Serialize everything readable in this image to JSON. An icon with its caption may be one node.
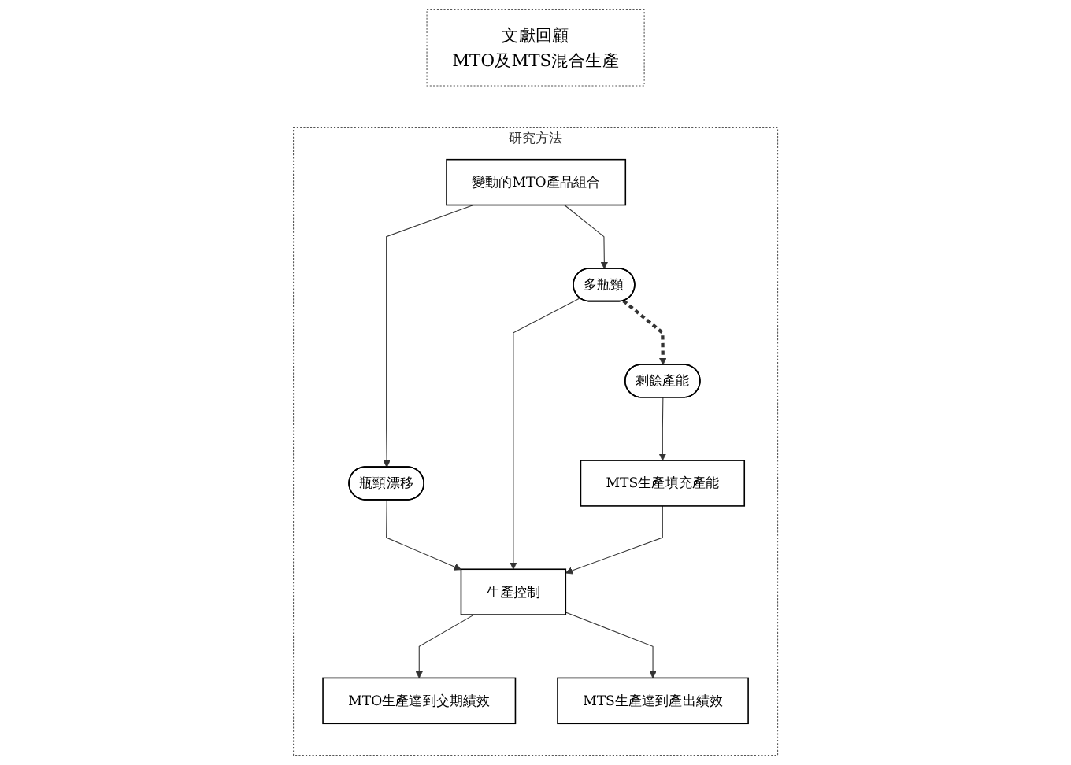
{
  "diagram": {
    "nodes": [
      {
        "text": [
          "文獻回顧",
          "MTO及MTS混合生產"
        ]
      },
      {
        "text": [
          "研究方法"
        ]
      },
      {
        "text": [
          "變動的MTO產品組合"
        ],
        "in": 1
      },
      {
        "text": [
          "瓶頸漂移"
        ],
        "in": 1
      },
      {
        "text": [
          "多瓶頸"
        ],
        "in": 1
      },
      {
        "text": [
          "剩餘產能"
        ],
        "in": 1
      },
      {
        "text": [
          "MTS生產填充產能"
        ],
        "in": 1
      },
      {
        "text": [
          "生產控制"
        ],
        "in": 1
      },
      {
        "text": [
          "MTO生產達到交期績效"
        ],
        "in": 1
      },
      {
        "text": [
          "MTS生產達到產出績效"
        ],
        "in": 1
      }
    ],
    "edges": [
      {
        "from": 2,
        "to": 3,
        "arrow": "to"
      },
      {
        "from": 2,
        "to": 4,
        "arrow": "to"
      },
      {
        "from": 3,
        "to": 7,
        "arrow": "to"
      },
      {
        "from": 4,
        "to": 7,
        "arrow": "to"
      },
      {
        "from": 4,
        "to": 5,
        "arrow": "to",
        "style": "dashed"
      },
      {
        "from": 5,
        "to": 6,
        "arrow": "to"
      },
      {
        "from": 6,
        "to": 7,
        "arrow": "to"
      },
      {
        "from": 7,
        "to": 8,
        "arrow": "to"
      },
      {
        "from": 7,
        "to": 9,
        "arrow": "to"
      }
    ]
  }
}
